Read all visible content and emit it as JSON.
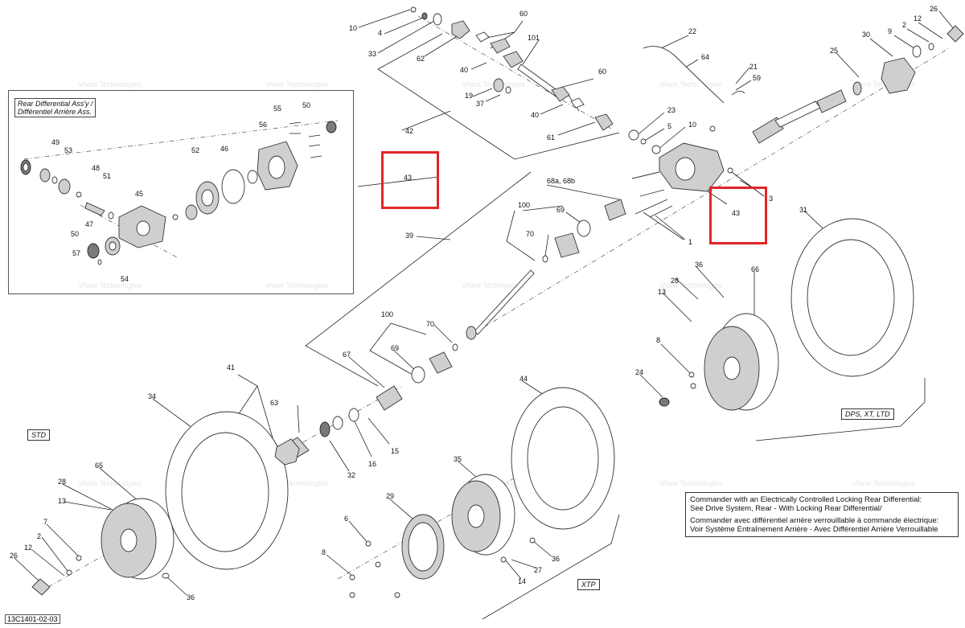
{
  "diagram": {
    "inset_title_line1": "Rear Differential Ass'y /",
    "inset_title_line2": "Différentiel Arrière Ass.",
    "tags": {
      "std": "STD",
      "dps": "DPS, XT, LTD",
      "xtp": "XTP"
    },
    "note_line1": "Commander with an Electrically Controlled Locking Rear Differential:",
    "note_line2": "See Drive System, Rear - With Locking Rear Differential/",
    "note_line3": "Commander avec différentiel arrière verrouillable à commande électrique:",
    "note_line4": "Voir Système Entraînement Arrière - Avec Différentiel Arrière Verrouillable",
    "figure_code": "13C1401-02-03",
    "watermark": "vNext Technologies",
    "highlight_color": "#e2242b",
    "callouts": {
      "c10a": "10",
      "c4a": "4",
      "c33": "33",
      "c62": "62",
      "c60a": "60",
      "c101": "101",
      "c40a": "40",
      "c19": "19",
      "c37": "37",
      "c40b": "40",
      "c60b": "60",
      "c61": "61",
      "c42": "42",
      "c22": "22",
      "c64": "64",
      "c21": "21",
      "c59": "59",
      "c23": "23",
      "c5": "5",
      "c10b": "10",
      "c25": "25",
      "c30": "30",
      "c9a": "9",
      "c2a": "2",
      "c12a": "12",
      "c26a": "26",
      "c43a": "43",
      "c43b": "43",
      "c3": "3",
      "c1": "1",
      "c68": "68a, 68b",
      "c100a": "100",
      "c69a": "69",
      "c70a": "70",
      "c39": "39",
      "c31": "31",
      "c36a": "36",
      "c28a": "28",
      "c13a": "13",
      "c66": "66",
      "c8a": "8",
      "c24": "24",
      "c100b": "100",
      "c70b": "70",
      "c69b": "69",
      "c67": "67",
      "c41": "41",
      "c63": "63",
      "c34": "34",
      "c44": "44",
      "c16": "16",
      "c15": "15",
      "c32": "32",
      "c35": "35",
      "c29": "29",
      "c65": "65",
      "c28b": "28",
      "c13b": "13",
      "c7": "7",
      "c2b": "2",
      "c12b": "12",
      "c26b": "26",
      "c36b": "36",
      "c6": "6",
      "c8b": "8",
      "c36c": "36",
      "c27": "27",
      "c14": "14",
      "i49": "49",
      "i53": "53",
      "i48": "48",
      "i51": "51",
      "i45": "45",
      "i47": "47",
      "i50a": "50",
      "i57": "57",
      "i54": "54",
      "i52": "52",
      "i46": "46",
      "i56": "56",
      "i55": "55",
      "i50b": "50"
    }
  }
}
